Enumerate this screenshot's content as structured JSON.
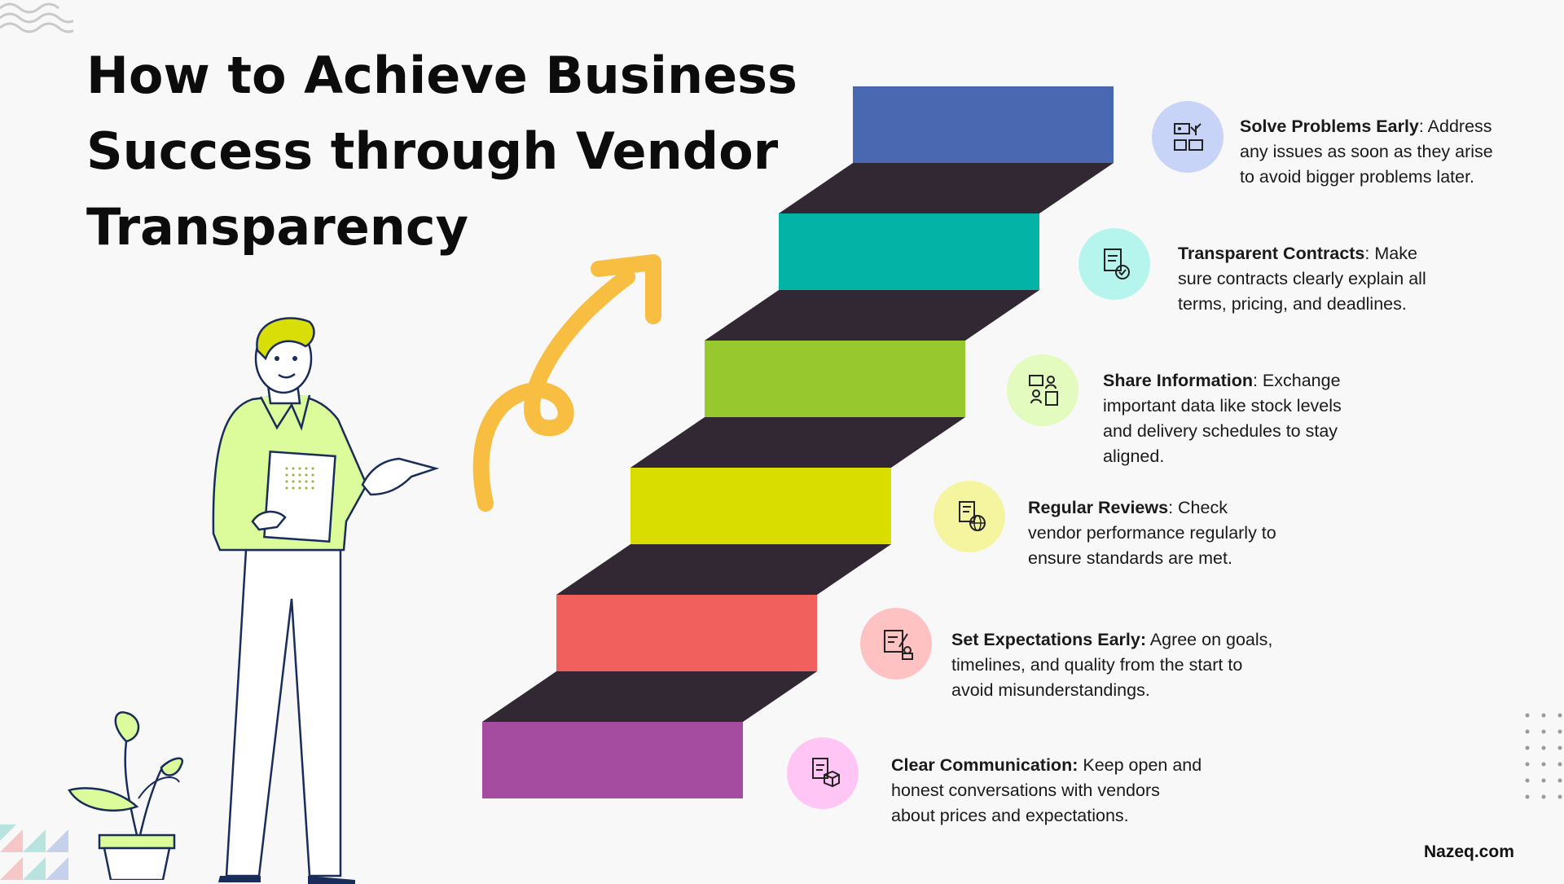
{
  "title_lines": [
    "How to Achieve Business",
    "Success through Vendor",
    "Transparency"
  ],
  "brand": "Nazeq.com",
  "steps": [
    {
      "heading": "Clear Communication:",
      "body": [
        " Keep open and",
        "honest conversations with vendors",
        "about prices and expectations."
      ],
      "bar_color": "#a64ca0",
      "circle_color": "#ffc6f5",
      "icon": "contract-box-icon"
    },
    {
      "heading": "Set Expectations Early:",
      "body": [
        " Agree on goals,",
        "timelines, and quality from the start to",
        "avoid misunderstandings."
      ],
      "bar_color": "#f2605e",
      "circle_color": "#ffc2c2",
      "icon": "document-person-icon"
    },
    {
      "heading": "Regular Reviews",
      "body": [
        ": Check",
        "vendor performance regularly to",
        "ensure standards are met."
      ],
      "bar_color": "#dadd00",
      "circle_color": "#f5f5a0",
      "icon": "document-globe-icon"
    },
    {
      "heading": "Share Information",
      "body": [
        ": Exchange",
        "important data like stock levels",
        "and delivery schedules to stay",
        "aligned."
      ],
      "bar_color": "#97c82e",
      "circle_color": "#e3fbbf",
      "icon": "data-share-icon"
    },
    {
      "heading": "Transparent Contracts",
      "body": [
        ": Make",
        "sure contracts clearly explain all",
        "terms, pricing, and deadlines."
      ],
      "bar_color": "#02b3a6",
      "circle_color": "#b6f5ee",
      "icon": "contract-check-icon"
    },
    {
      "heading": "Solve Problems Early",
      "body": [
        ": Address",
        "any issues as soon as they arise",
        "to avoid bigger problems later."
      ],
      "bar_color": "#4a67b1",
      "circle_color": "#c7d3f7",
      "icon": "problem-solving-icon"
    }
  ],
  "colors": {
    "background": "#f8f8f8",
    "riser": "#322833",
    "arrow": "#f7be41",
    "person_shirt": "#dcfc9c",
    "person_hair": "#d9dd08",
    "outline": "#1a2c5a"
  }
}
